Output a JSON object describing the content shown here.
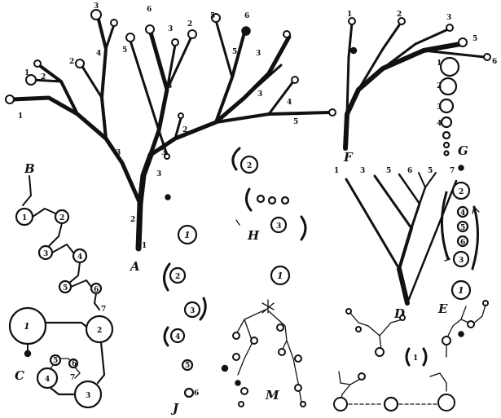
{
  "figure": {
    "panel_labels": {
      "A": "A",
      "B": "B",
      "C": "C",
      "D": "D",
      "E": "E",
      "F": "F",
      "G": "G",
      "H": "H",
      "J": "J",
      "M": "M"
    },
    "tree_a_numbers": [
      "1",
      "1",
      "2",
      "2",
      "3",
      "3",
      "4",
      "5",
      "2",
      "1",
      "3",
      "6",
      "3",
      "2",
      "3",
      "5",
      "3",
      "2",
      "3",
      "4",
      "5",
      "6",
      "5",
      "3"
    ],
    "chain_b_numbers": [
      "1",
      "2",
      "3",
      "4",
      "5",
      "6",
      "7"
    ],
    "ring_c_numbers": [
      "1",
      "2",
      "3",
      "4",
      "5",
      "6",
      "7"
    ],
    "cluster_h_numbers": [
      "2",
      "3",
      "1"
    ],
    "cluster_j_numbers": [
      "1",
      "2",
      "3",
      "4",
      "5",
      "6"
    ],
    "tree_f_numbers": [
      "1",
      "2",
      "3",
      "5",
      "6"
    ],
    "tree_d_numbers": [
      "1",
      "3",
      "5",
      "6",
      "5",
      "7"
    ],
    "column_g_numbers": [
      "1",
      "2",
      "3",
      "4"
    ],
    "ring_e_numbers": [
      "2",
      "4",
      "5",
      "6",
      "3",
      "1"
    ],
    "cluster_m_numbers": [
      "1"
    ]
  }
}
